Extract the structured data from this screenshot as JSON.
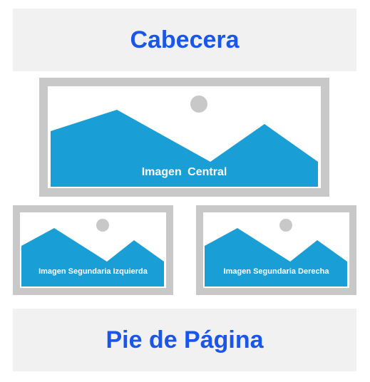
{
  "header": {
    "title": "Cabecera"
  },
  "footer": {
    "title": "Pie de Página"
  },
  "images": {
    "central": {
      "label": "Imagen  Central"
    },
    "left": {
      "label": "Imagen  Segundaria Izquierda"
    },
    "right": {
      "label": "Imagen  Segundaria Derecha"
    }
  },
  "icons": {
    "placeholder": "image-placeholder-icon"
  },
  "colors": {
    "title": "#1a56e8",
    "band": "#f1f1f1",
    "frame": "#c8c8c8",
    "mountain": "#1a9ed6",
    "sun": "#c8c8c8",
    "caption": "#ffffff"
  }
}
